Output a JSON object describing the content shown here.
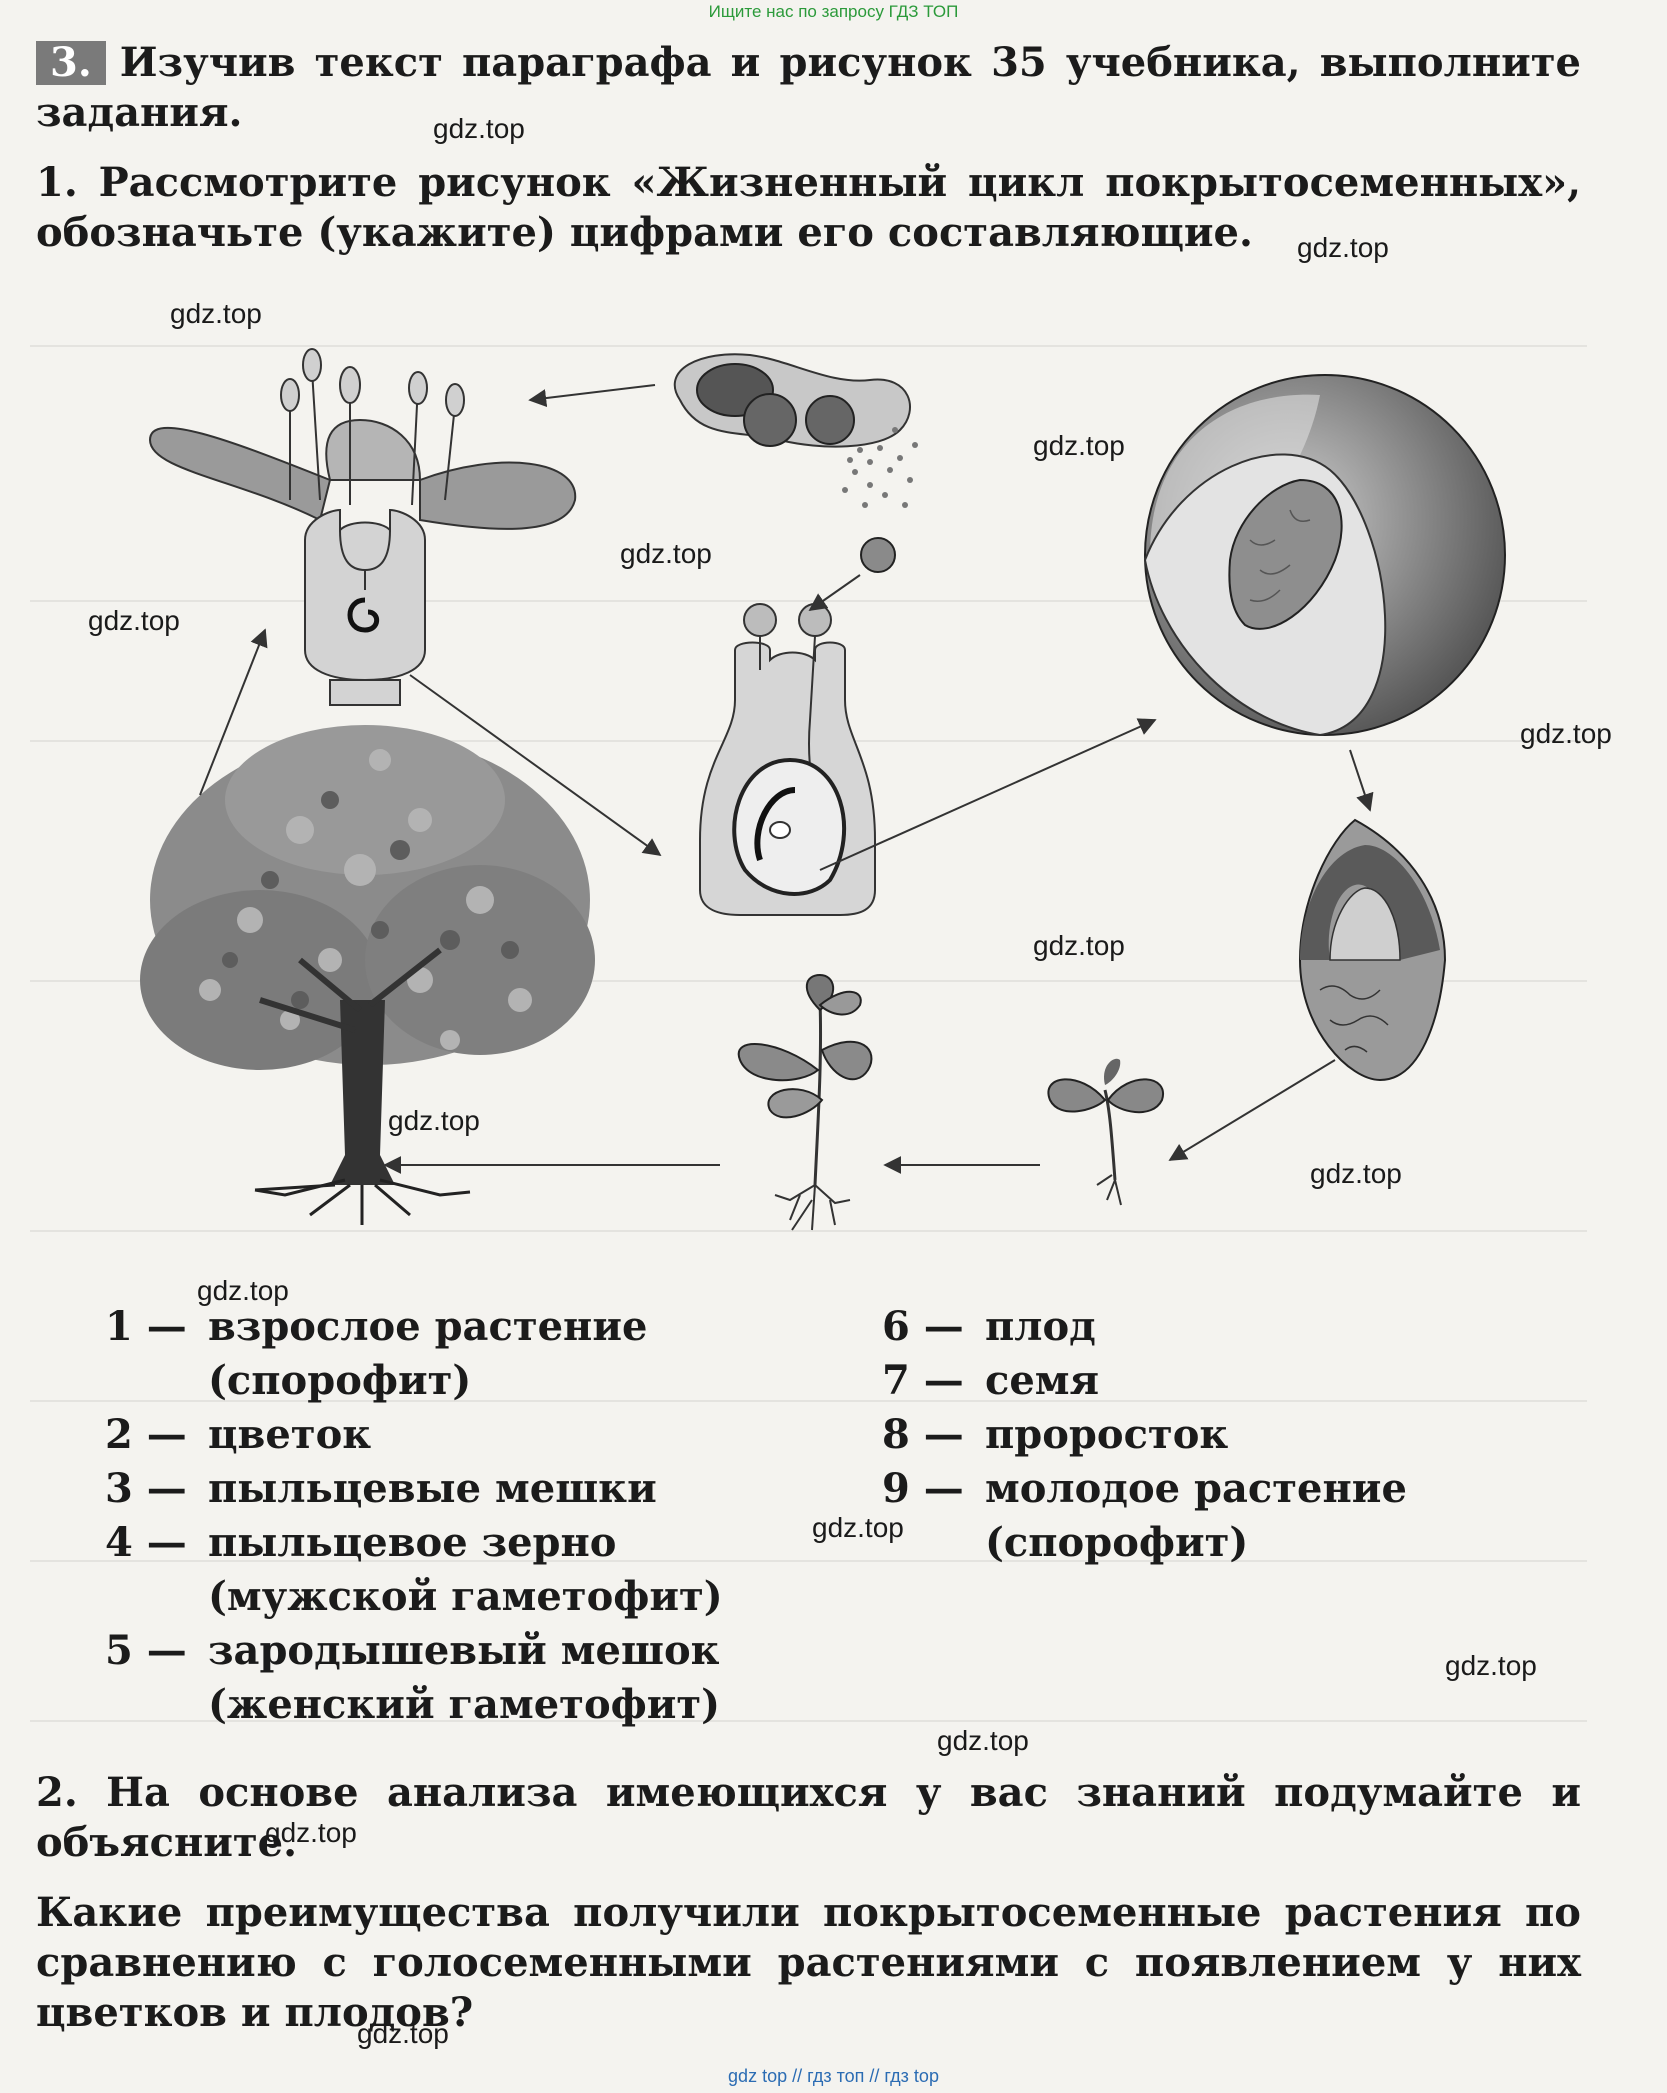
{
  "header_note": "Ищите нас по запросу ГДЗ ТОП",
  "footer_note": "gdz top // гдз топ // гдз top",
  "task": {
    "number": "3.",
    "intro": "Изучив текст параграфа и рисунок 35 учебника, выполните задания.",
    "q1": "1. Рассмотрите рисунок «Жизненный цикл покрытосеменных», обозначьте (укажите) цифрами его составляющие.",
    "legend_left": [
      {
        "num": "1 —",
        "text": "взрослое растение",
        "cont": "(спорофит)"
      },
      {
        "num": "2 —",
        "text": "цветок",
        "cont": ""
      },
      {
        "num": "3 —",
        "text": "пыльцевые мешки",
        "cont": ""
      },
      {
        "num": "4 —",
        "text": "пыльцевое зерно",
        "cont": "(мужской гаметофит)"
      },
      {
        "num": "5 —",
        "text": "зародышевый мешок",
        "cont": "(женский гаметофит)"
      }
    ],
    "legend_right": [
      {
        "num": "6 —",
        "text": "плод",
        "cont": ""
      },
      {
        "num": "7 —",
        "text": "семя",
        "cont": ""
      },
      {
        "num": "8 —",
        "text": "проросток",
        "cont": ""
      },
      {
        "num": "9 —",
        "text": "молодое растение",
        "cont": "(спорофит)"
      }
    ],
    "q2": "2. На основе анализа имеющихся у вас знаний подумайте и объясните.",
    "q2_question": "Какие преимущества получили покрытосеменные растения по сравнению с голосеменными растениями с появлением у них цветков и плодов?"
  },
  "watermark": "gdz.top"
}
